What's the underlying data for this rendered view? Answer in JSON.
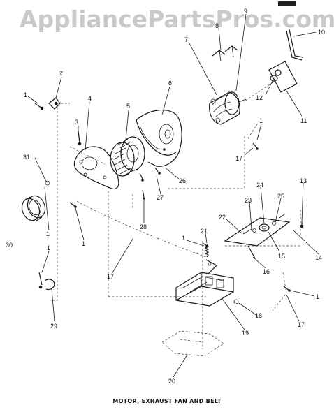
{
  "header": {
    "watermark": "AppliancePartsPros.com"
  },
  "caption": "MOTOR, EXHAUST FAN AND BELT",
  "callouts": [
    {
      "id": "c1a",
      "label": "1"
    },
    {
      "id": "c2",
      "label": "2"
    },
    {
      "id": "c3",
      "label": "3"
    },
    {
      "id": "c4",
      "label": "4"
    },
    {
      "id": "c5",
      "label": "5"
    },
    {
      "id": "c6",
      "label": "6"
    },
    {
      "id": "c7",
      "label": "7"
    },
    {
      "id": "c8",
      "label": "8"
    },
    {
      "id": "c9",
      "label": "9"
    },
    {
      "id": "c10",
      "label": "10"
    },
    {
      "id": "c11",
      "label": "11"
    },
    {
      "id": "c12",
      "label": "12"
    },
    {
      "id": "c1b",
      "label": "1"
    },
    {
      "id": "c17a",
      "label": "17"
    },
    {
      "id": "c31",
      "label": "31"
    },
    {
      "id": "c26",
      "label": "26"
    },
    {
      "id": "c27",
      "label": "27"
    },
    {
      "id": "c28",
      "label": "28"
    },
    {
      "id": "c30",
      "label": "30"
    },
    {
      "id": "c1c",
      "label": "1"
    },
    {
      "id": "c1d",
      "label": "1"
    },
    {
      "id": "c13",
      "label": "13"
    },
    {
      "id": "c24",
      "label": "24"
    },
    {
      "id": "c25",
      "label": "25"
    },
    {
      "id": "c23",
      "label": "23"
    },
    {
      "id": "c22",
      "label": "22"
    },
    {
      "id": "c1e",
      "label": "1"
    },
    {
      "id": "c21",
      "label": "21"
    },
    {
      "id": "c15",
      "label": "15"
    },
    {
      "id": "c14",
      "label": "14"
    },
    {
      "id": "c16",
      "label": "16"
    },
    {
      "id": "c1f",
      "label": "1"
    },
    {
      "id": "c17b",
      "label": "17"
    },
    {
      "id": "c1g",
      "label": "1"
    },
    {
      "id": "c17c",
      "label": "17"
    },
    {
      "id": "c18",
      "label": "18"
    },
    {
      "id": "c19",
      "label": "19"
    },
    {
      "id": "c29",
      "label": "29"
    },
    {
      "id": "c20",
      "label": "20"
    }
  ]
}
